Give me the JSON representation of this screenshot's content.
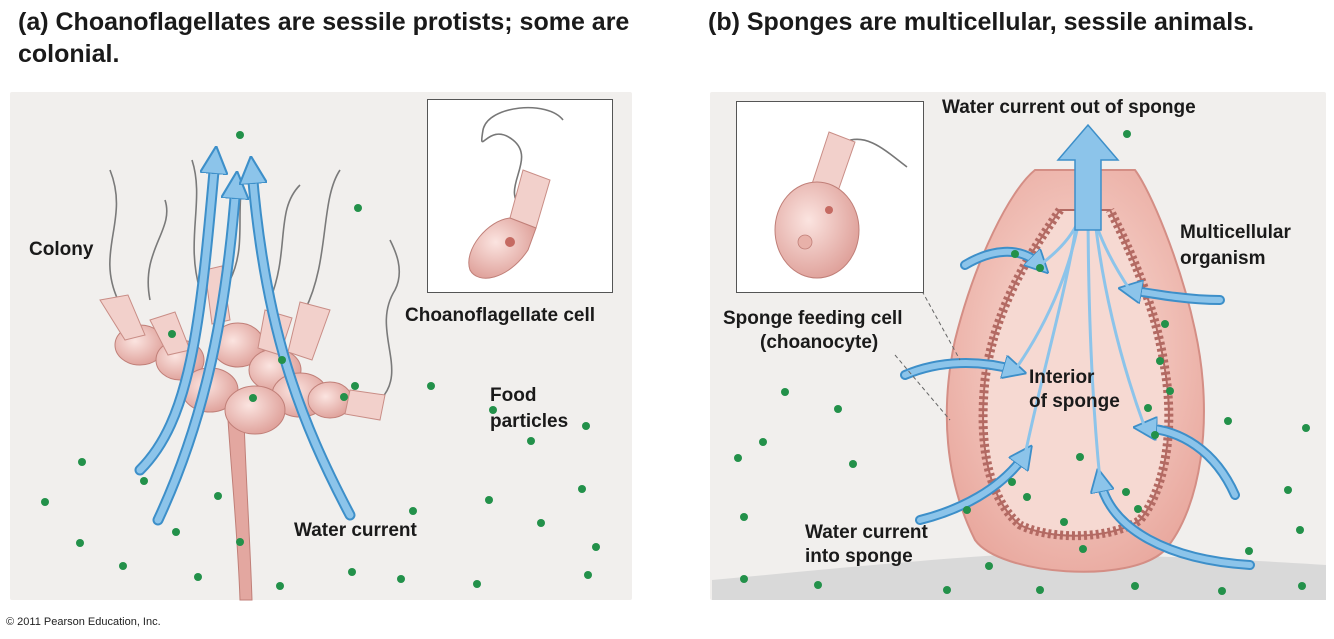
{
  "panel_a": {
    "title": "(a) Choanoflagellates are sessile protists; some are colonial.",
    "labels": {
      "colony": "Colony",
      "choanoflagellate_cell": "Choanoflagellate cell",
      "food_particles_line1": "Food",
      "food_particles_line2": "particles",
      "water_current": "Water current"
    }
  },
  "panel_b": {
    "title": "(b) Sponges are multicellular, sessile animals.",
    "labels": {
      "water_out": "Water current out of sponge",
      "multicellular_line1": "Multicellular",
      "multicellular_line2": "organism",
      "feeding_cell_line1": "Sponge feeding cell",
      "feeding_cell_line2": "(choanocyte)",
      "interior_line1": "Interior",
      "interior_line2": "of sponge",
      "water_in_line1": "Water current",
      "water_in_line2": "into sponge"
    }
  },
  "copyright": "© 2011 Pearson Education, Inc.",
  "colors": {
    "panel_bg": "#f1efed",
    "water_arrow": "#8cc4ea",
    "water_arrow_edge": "#3d8fc9",
    "food_particle": "#23914a",
    "cell_pink": "#eebcb6",
    "sponge_body": "#f2c0b6",
    "sponge_collar": "#b36a63"
  }
}
